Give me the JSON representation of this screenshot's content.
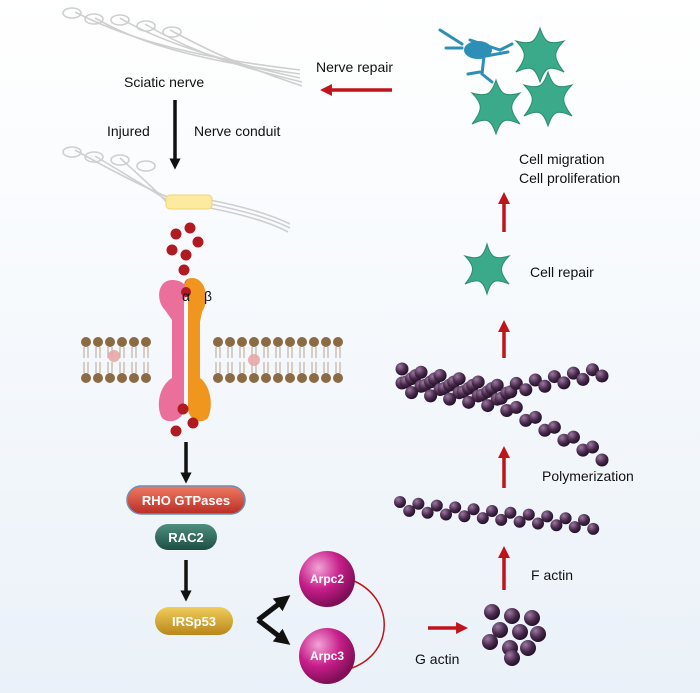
{
  "labels": {
    "sciatic_nerve": "Sciatic nerve",
    "injured": "Injured",
    "nerve_conduit": "Nerve conduit",
    "nerve_repair": "Nerve repair",
    "cell_migration": "Cell migration",
    "cell_proliferation": "Cell proliferation",
    "cell_repair": "Cell repair",
    "polymerization": "Polymerization",
    "f_actin": "F actin",
    "g_actin": "G actin",
    "alpha": "α",
    "beta": "β"
  },
  "pathway": {
    "rho_gtpases": "RHO GTPases",
    "rac2": "RAC2",
    "irsp53": "IRSp53",
    "arpc2": "Arpc2",
    "arpc3": "Arpc3"
  },
  "colors": {
    "black_arrow": "#111111",
    "red_arrow": "#c0141a",
    "ligand": "#b01a22",
    "alpha_subunit": "#ea6f9a",
    "beta_subunit": "#f0951e",
    "membrane_head": "#8b6a44",
    "rho_pill": "#d94434",
    "rac2_pill": "#2e6a5c",
    "irsp53_pill": "#d6a524",
    "arp_ball": "#c61e8a",
    "actin": "#4a2a4c",
    "cell": "#3aaa8a",
    "neuron": "#2d8fb5"
  }
}
